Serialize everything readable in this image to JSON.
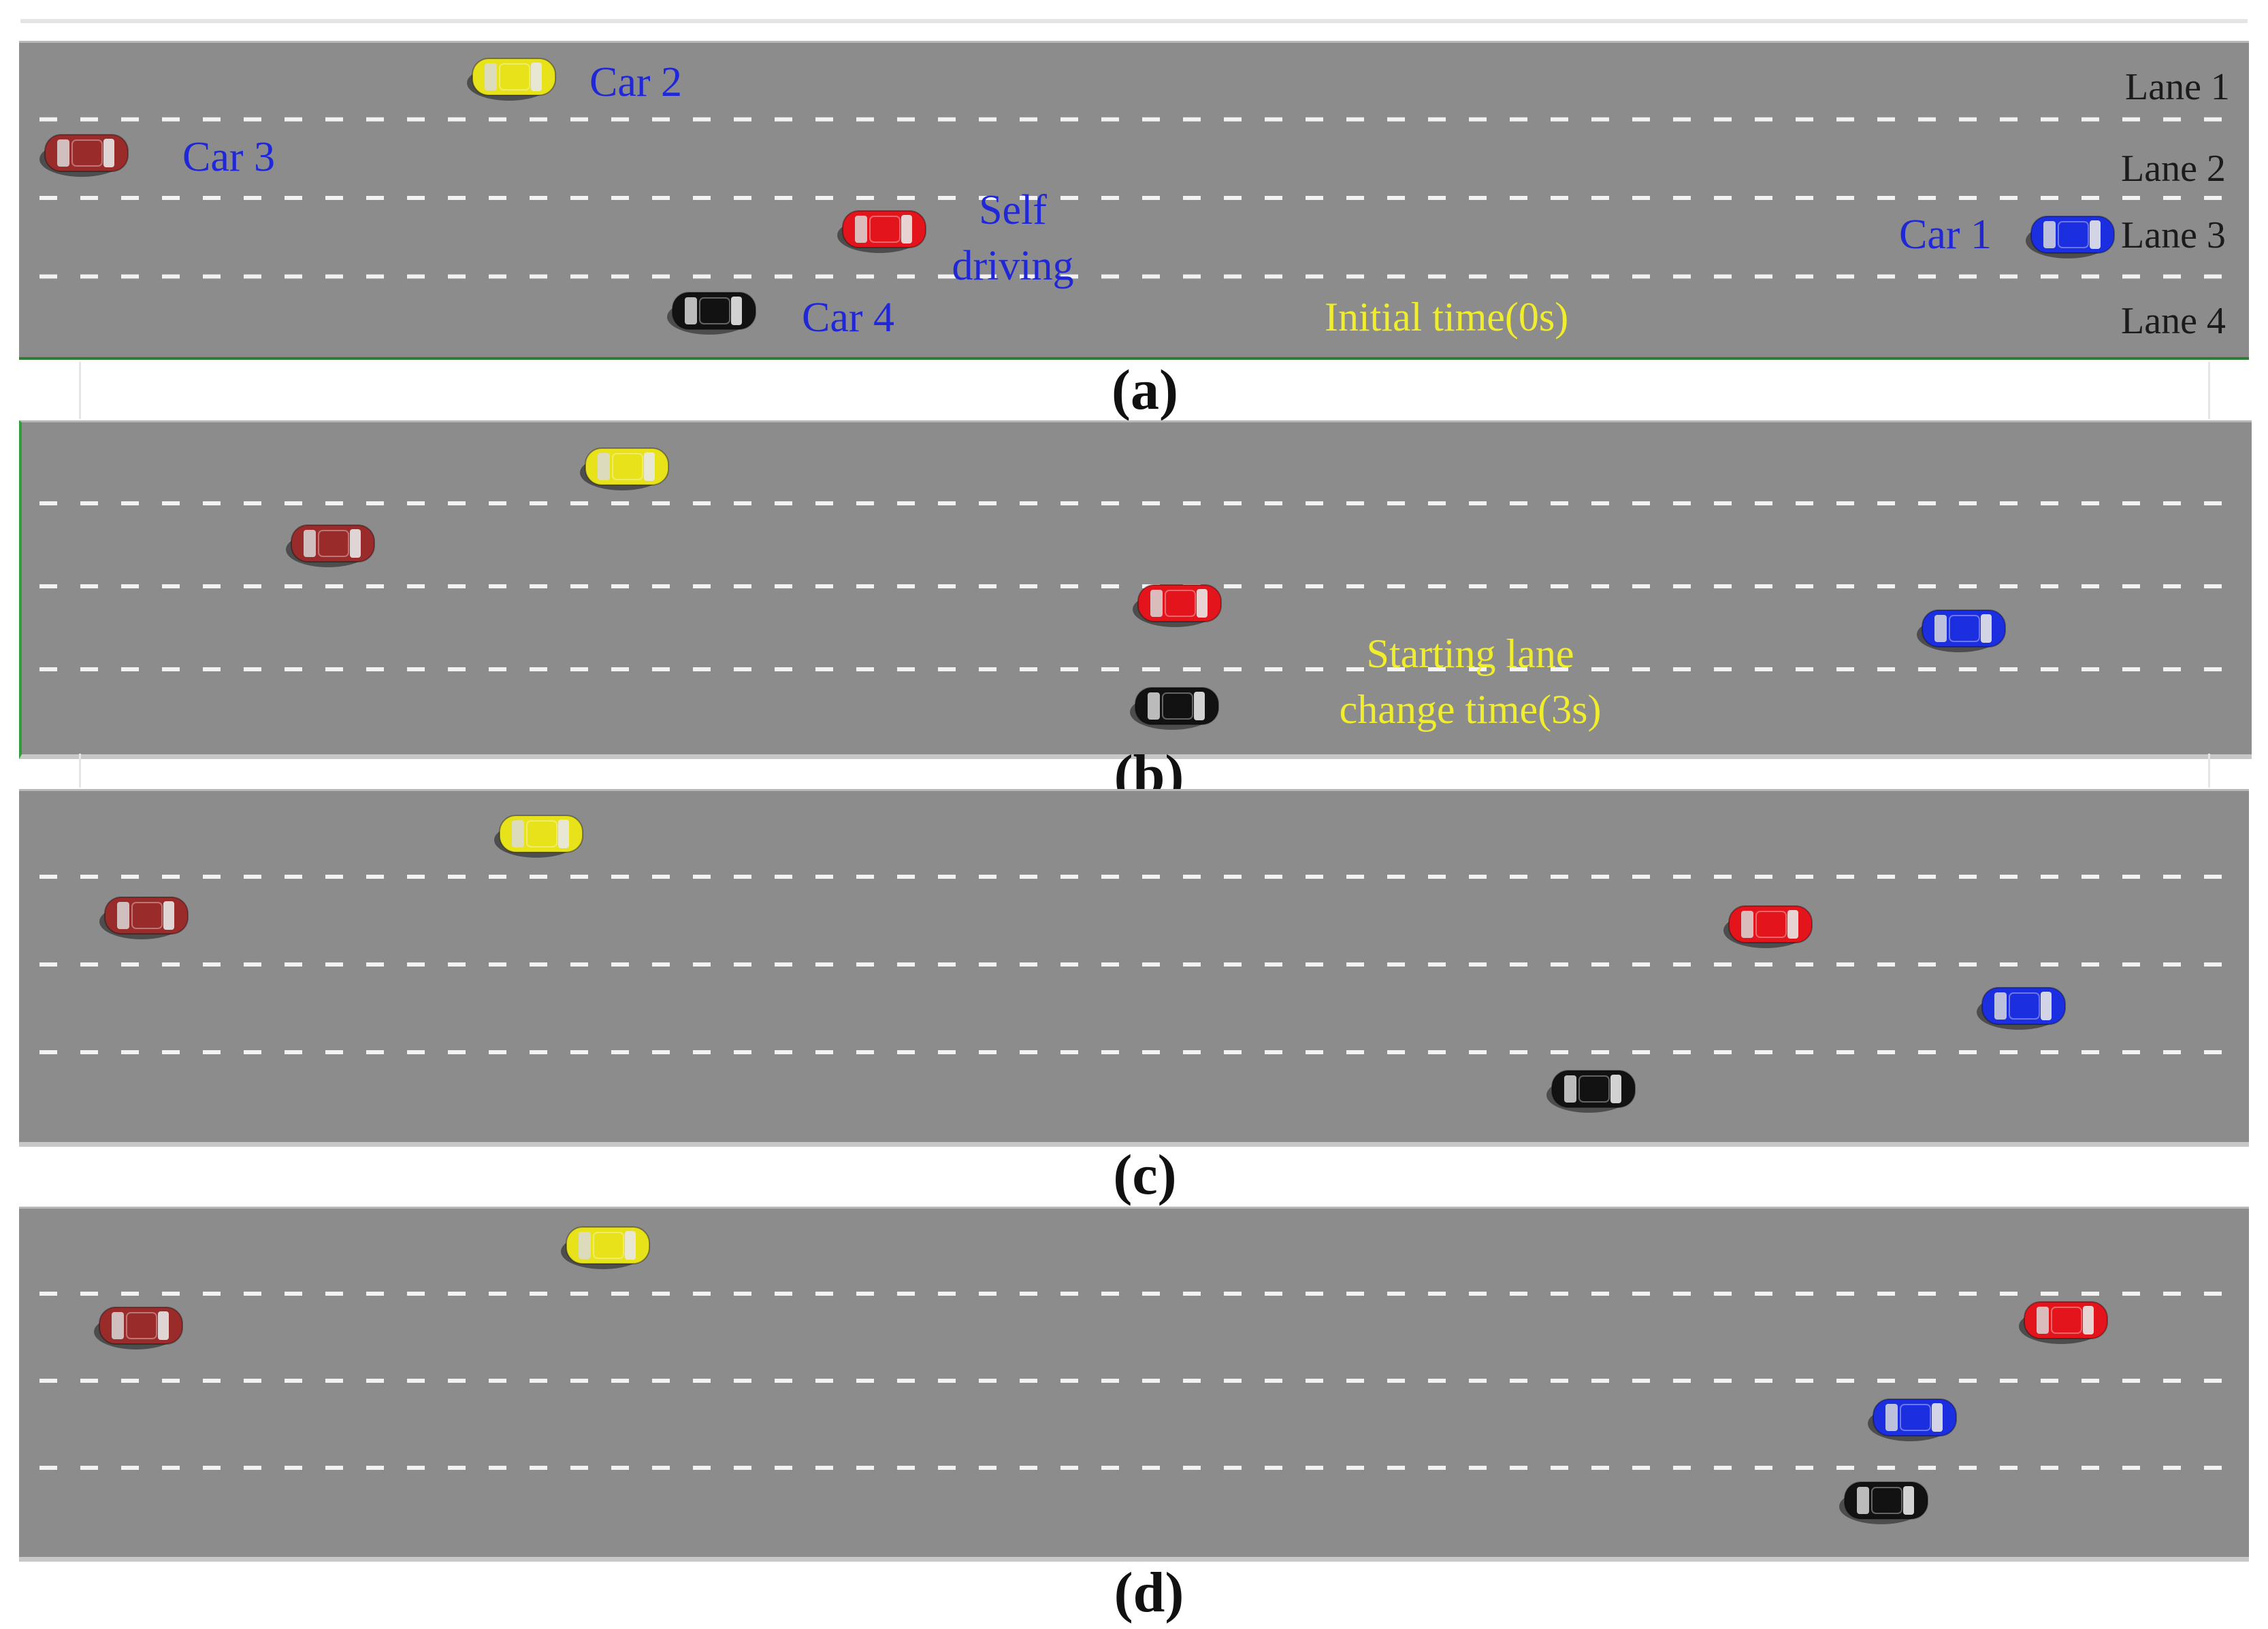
{
  "panels": [
    {
      "caption": "(a)",
      "labels": {
        "car2": "Car 2",
        "car3": "Car 3",
        "self": [
          "Self",
          "driving"
        ],
        "car4": "Car 4",
        "car1": "Car 1",
        "time": "Initial time(0s)",
        "lane1": "Lane 1",
        "lane2": "Lane 2",
        "lane3": "Lane 3",
        "lane4": "Lane 4"
      }
    },
    {
      "caption": "(b)",
      "labels": {
        "time": [
          "Starting lane",
          "change time(3s)"
        ]
      }
    },
    {
      "caption": "(c)"
    },
    {
      "caption": "(d)"
    }
  ],
  "car_colors": {
    "car1": "#1c2fe0",
    "car2": "#e8e21a",
    "car3": "#9a2b2b",
    "car4": "#121212",
    "self": "#e3141b"
  },
  "colors": {
    "road": "#8c8c8c",
    "lane_marking": "#f2f2f2",
    "label_blue": "#1f27d6",
    "label_yellow": "#f0ec2e"
  }
}
